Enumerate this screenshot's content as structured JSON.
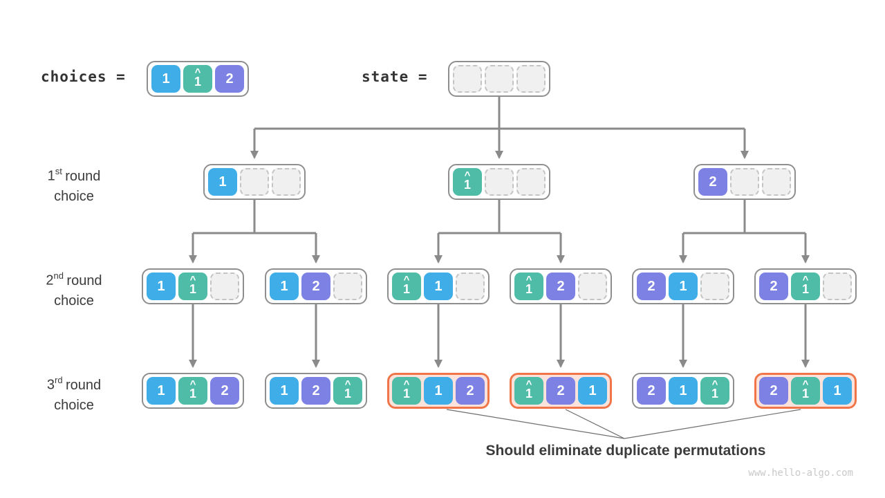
{
  "labels": {
    "choices": "choices =",
    "state": "state ="
  },
  "rows": [
    {
      "ordinal": "1",
      "suffix": "st",
      "rest": "round",
      "line2": "choice"
    },
    {
      "ordinal": "2",
      "suffix": "nd",
      "rest": "round",
      "line2": "choice"
    },
    {
      "ordinal": "3",
      "suffix": "rd",
      "rest": "round",
      "line2": "choice"
    }
  ],
  "tree": {
    "choices": [
      "1",
      "1^",
      "2"
    ],
    "state": [
      "",
      "",
      ""
    ],
    "level1": [
      {
        "cells": [
          "1",
          "",
          ""
        ],
        "highlight": false
      },
      {
        "cells": [
          "1^",
          "",
          ""
        ],
        "highlight": false
      },
      {
        "cells": [
          "2",
          "",
          ""
        ],
        "highlight": false
      }
    ],
    "level2": [
      {
        "cells": [
          "1",
          "1^",
          ""
        ],
        "highlight": false
      },
      {
        "cells": [
          "1",
          "2",
          ""
        ],
        "highlight": false
      },
      {
        "cells": [
          "1^",
          "1",
          ""
        ],
        "highlight": false
      },
      {
        "cells": [
          "1^",
          "2",
          ""
        ],
        "highlight": false
      },
      {
        "cells": [
          "2",
          "1",
          ""
        ],
        "highlight": false
      },
      {
        "cells": [
          "2",
          "1^",
          ""
        ],
        "highlight": false
      }
    ],
    "level3": [
      {
        "cells": [
          "1",
          "1^",
          "2"
        ],
        "highlight": false
      },
      {
        "cells": [
          "1",
          "2",
          "1^"
        ],
        "highlight": false
      },
      {
        "cells": [
          "1^",
          "1",
          "2"
        ],
        "highlight": true
      },
      {
        "cells": [
          "1^",
          "2",
          "1"
        ],
        "highlight": true
      },
      {
        "cells": [
          "2",
          "1",
          "1^"
        ],
        "highlight": false
      },
      {
        "cells": [
          "2",
          "1^",
          "1"
        ],
        "highlight": true
      }
    ]
  },
  "caption": "Should eliminate duplicate permutations",
  "watermark": "www.hello-algo.com",
  "colors": {
    "blue": "#3FADE8",
    "teal": "#4FBCA7",
    "purple": "#7C81E3",
    "highlight_border": "#F0764A",
    "highlight_fill": "#FBE3DC",
    "connector": "#8A8A8A"
  }
}
